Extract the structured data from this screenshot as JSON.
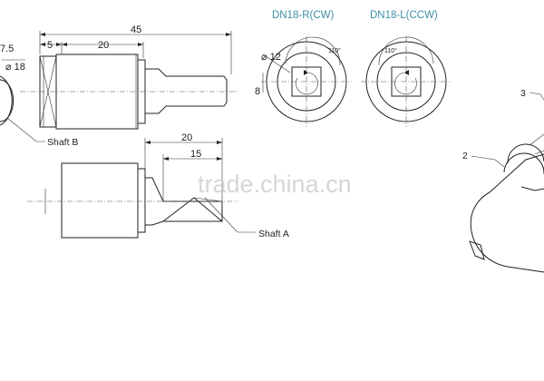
{
  "drawing": {
    "view_titles": {
      "right": "DN18-R(CW)",
      "left": "DN18-L(CCW)"
    },
    "title_color": "#3d8fa5",
    "dimensions": {
      "partial_7_5": "7.5",
      "dia_18": "⌀ 18",
      "len_45": "45",
      "len_5": "5",
      "len_20_top": "20",
      "dia_12": "⌀ 12",
      "height_8": "8",
      "angle_cw": "110°",
      "angle_ccw": "110°",
      "len_20_bottom": "20",
      "len_15": "15"
    },
    "callouts": {
      "shaft_b": "Shaft B",
      "shaft_a": "Shaft A",
      "num_2": "2",
      "num_3": "3"
    },
    "watermark": "trade.china.cn"
  }
}
